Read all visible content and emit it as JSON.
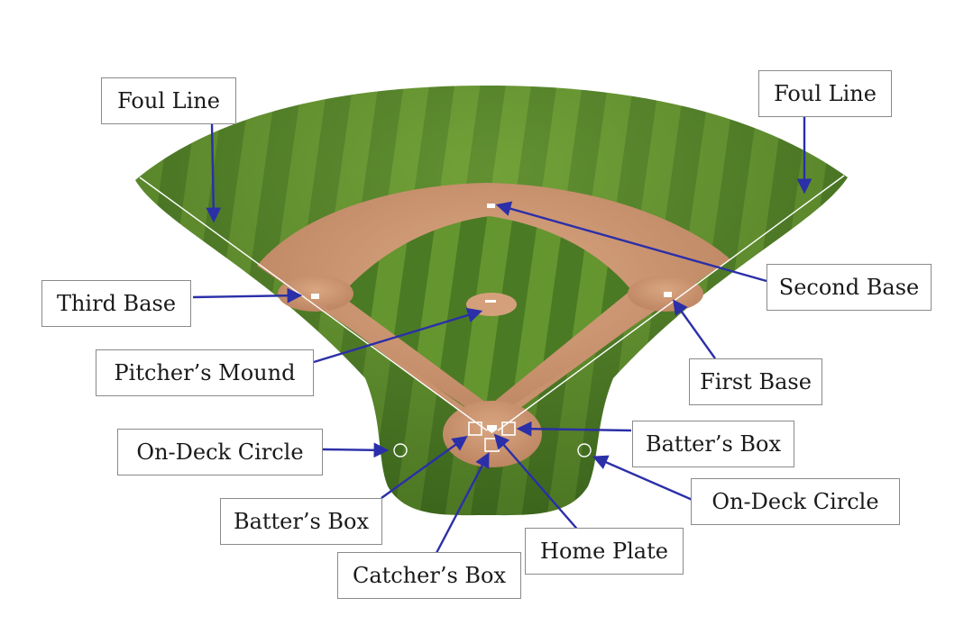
{
  "colors": {
    "grass_dark": "#3d6a1d",
    "grass_light": "#6c9a32",
    "dirt": "#c9926e",
    "arrow": "#2b2fa8",
    "chalk": "#ffffff",
    "label_border": "#8a8a8a"
  },
  "labels": {
    "foul_line_left": "Foul Line",
    "foul_line_right": "Foul Line",
    "third_base": "Third Base",
    "second_base": "Second Base",
    "pitchers_mound": "Pitcher’s Mound",
    "first_base": "First Base",
    "on_deck_circle_left": "On-Deck Circle",
    "on_deck_circle_right": "On-Deck Circle",
    "batters_box_right": "Batter’s Box",
    "batters_box_left": "Batter’s Box",
    "home_plate": "Home Plate",
    "catchers_box": "Catcher’s Box"
  }
}
